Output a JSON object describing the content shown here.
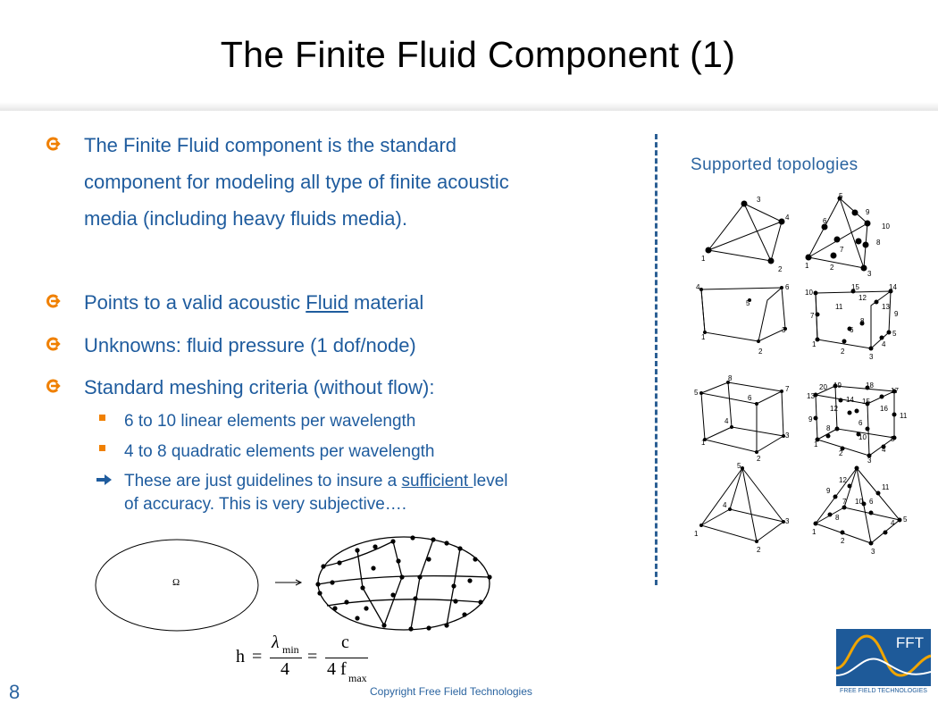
{
  "slide": {
    "title": "The Finite Fluid Component (1)",
    "number": "8",
    "copyright": "Copyright Free Field Technologies"
  },
  "bullets": [
    {
      "lines": [
        "The Finite Fluid component is the standard",
        "component for modeling all type of finite acoustic",
        "media (including heavy fluids media)."
      ]
    },
    {
      "prefix": "Points to a valid acoustic ",
      "link": "Fluid",
      "suffix": " material"
    },
    {
      "text": "Unknowns: fluid pressure (1 dof/node)"
    },
    {
      "text": "Standard meshing criteria (without flow):"
    }
  ],
  "sub_bullets": [
    "6 to 10 linear elements per wavelength",
    "4 to 8 quadratic elements per wavelength"
  ],
  "note": {
    "prefix": "These are just guidelines to insure a ",
    "link": "sufficient ",
    "suffix": "level",
    "line2": "of accuracy. This is very subjective…."
  },
  "diagram": {
    "domain_symbol": "Ω"
  },
  "formula": {
    "h": "h",
    "eq": "=",
    "lambda": "λ",
    "min": "min",
    "four": "4",
    "c": "c",
    "four_f": "4 f",
    "max": "max"
  },
  "topologies": {
    "title": "Supported topologies"
  },
  "logo": {
    "text": "FFT",
    "subtitle": "FREE FIELD TECHNOLOGIES",
    "color": "#1e5a99",
    "accent": "#f0a500"
  },
  "colors": {
    "text_blue": "#1f5c9e",
    "bullet_orange": "#f08000",
    "divider": "#2b5f94"
  }
}
